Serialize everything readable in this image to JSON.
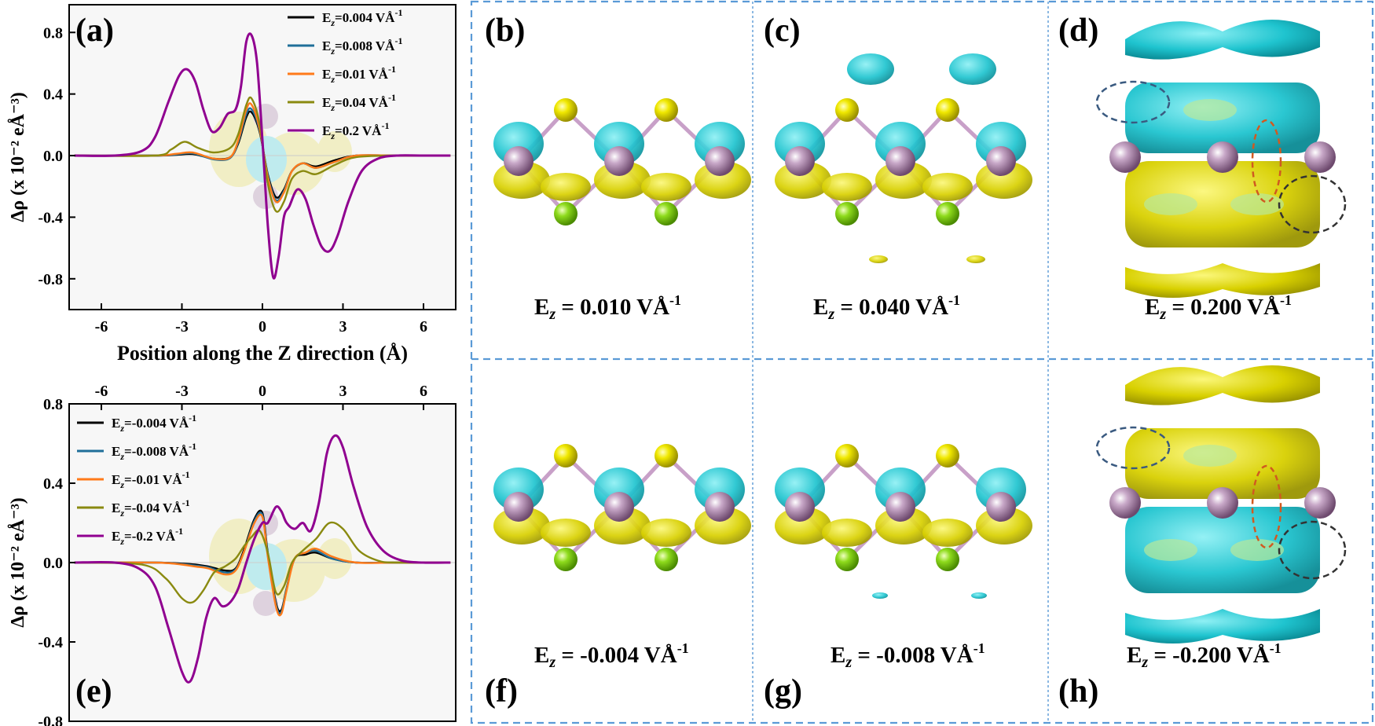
{
  "colors": {
    "black": "#000000",
    "blue": "#1f6f99",
    "orange": "#ff7a1a",
    "olive": "#8a8a10",
    "purple": "#900090",
    "cyan": "#1fc4cf",
    "yellow": "#d8d000",
    "atom_s": "#e8e000",
    "atom_se": "#8edb1c",
    "atom_mo": "#a880a8",
    "dashed_frame": "#5a9ad6"
  },
  "panels": {
    "a": "(a)",
    "b": "(b)",
    "c": "(c)",
    "d": "(d)",
    "e": "(e)",
    "f": "(f)",
    "g": "(g)",
    "h": "(h)"
  },
  "field_labels": {
    "b": {
      "lead": "E",
      "sub": "z",
      "value": " = 0.010 VÅ",
      "sup": "-1"
    },
    "c": {
      "lead": "E",
      "sub": "z",
      "value": " = 0.040 VÅ",
      "sup": "-1"
    },
    "d": {
      "lead": "E",
      "sub": "z",
      "value": " = 0.200 VÅ",
      "sup": "-1"
    },
    "f": {
      "lead": "E",
      "sub": "z",
      "value": " = -0.004 VÅ",
      "sup": "-1"
    },
    "g": {
      "lead": "E",
      "sub": "z",
      "value": " = -0.008 VÅ",
      "sup": "-1"
    },
    "h": {
      "lead": "E",
      "sub": "z",
      "value": " = -0.200 VÅ",
      "sup": "-1"
    }
  },
  "chart_data": [
    {
      "type": "line",
      "panel": "(a)",
      "xlabel": "Position along the Z direction (Å)",
      "ylabel": "Δρ (x 10⁻² eÅ⁻³)",
      "xlim": [
        -7.2,
        7.2
      ],
      "ylim": [
        -1.0,
        0.98
      ],
      "xticks": [
        "-6",
        "-3",
        "0",
        "3",
        "6"
      ],
      "yticks": [
        "-0.8",
        "-0.4",
        "0.0",
        "0.4",
        "0.8"
      ],
      "legend_position": "top-right",
      "series": [
        {
          "name": "E_z=0.004 VÅ^-1",
          "legend": {
            "lead": "E",
            "sub": "z",
            "rest": "=0.004 VÅ",
            "sup": "-1"
          },
          "color": "#000000",
          "x": [
            -7,
            -4,
            -3.2,
            -2.6,
            -1.8,
            -1.2,
            -0.9,
            -0.6,
            -0.4,
            -0.1,
            0.2,
            0.5,
            0.8,
            1.1,
            1.5,
            2.0,
            2.7,
            3.5,
            5,
            7
          ],
          "y": [
            0,
            0,
            0.005,
            0.01,
            -0.02,
            -0.01,
            0.08,
            0.25,
            0.28,
            0.15,
            -0.12,
            -0.27,
            -0.22,
            -0.1,
            -0.05,
            -0.07,
            -0.03,
            0,
            0,
            0
          ]
        },
        {
          "name": "E_z=0.008 VÅ^-1",
          "legend": {
            "lead": "E",
            "sub": "z",
            "rest": "=0.008 VÅ",
            "sup": "-1"
          },
          "color": "#1f6f99",
          "x": [
            -7,
            -4,
            -3.2,
            -2.6,
            -1.8,
            -1.2,
            -0.9,
            -0.6,
            -0.4,
            -0.1,
            0.2,
            0.5,
            0.8,
            1.1,
            1.5,
            2.0,
            2.7,
            3.5,
            5,
            7
          ],
          "y": [
            0,
            0,
            0.008,
            0.015,
            -0.025,
            -0.015,
            0.09,
            0.27,
            0.3,
            0.16,
            -0.13,
            -0.29,
            -0.23,
            -0.1,
            -0.05,
            -0.08,
            -0.04,
            0,
            0,
            0
          ]
        },
        {
          "name": "E_z=0.01 VÅ^-1",
          "legend": {
            "lead": "E",
            "sub": "z",
            "rest": "=0.01 VÅ",
            "sup": "-1"
          },
          "color": "#ff7a1a",
          "x": [
            -7,
            -4,
            -3.2,
            -2.6,
            -1.8,
            -1.2,
            -0.9,
            -0.6,
            -0.4,
            -0.1,
            0.2,
            0.5,
            0.8,
            1.1,
            1.5,
            2.0,
            2.7,
            3.5,
            5,
            7
          ],
          "y": [
            0,
            0,
            0.012,
            0.02,
            -0.02,
            -0.01,
            0.1,
            0.3,
            0.33,
            0.17,
            -0.14,
            -0.3,
            -0.24,
            -0.1,
            -0.05,
            -0.08,
            -0.04,
            0,
            0,
            0
          ]
        },
        {
          "name": "E_z=0.04 VÅ^-1",
          "legend": {
            "lead": "E",
            "sub": "z",
            "rest": "=0.04 VÅ",
            "sup": "-1"
          },
          "color": "#8a8a10",
          "x": [
            -7,
            -4,
            -3.4,
            -2.9,
            -2.4,
            -1.8,
            -1.2,
            -0.9,
            -0.6,
            -0.4,
            -0.1,
            0.2,
            0.5,
            0.8,
            1.1,
            1.5,
            2.0,
            2.7,
            3.5,
            5,
            7
          ],
          "y": [
            0,
            0,
            0.04,
            0.09,
            0.05,
            0.02,
            0.05,
            0.14,
            0.33,
            0.37,
            0.2,
            -0.18,
            -0.36,
            -0.3,
            -0.15,
            -0.1,
            -0.12,
            -0.06,
            -0.01,
            0,
            0
          ]
        },
        {
          "name": "E_z=0.2 VÅ^-1",
          "legend": {
            "lead": "E",
            "sub": "z",
            "rest": "=0.2 VÅ",
            "sup": "-1"
          },
          "color": "#900090",
          "x": [
            -7,
            -5.5,
            -4.5,
            -4,
            -3.5,
            -3.1,
            -2.8,
            -2.5,
            -2.2,
            -1.9,
            -1.6,
            -1.3,
            -1.0,
            -0.8,
            -0.6,
            -0.4,
            -0.2,
            0,
            0.2,
            0.4,
            0.6,
            0.8,
            1.0,
            1.3,
            1.6,
            1.9,
            2.2,
            2.5,
            2.8,
            3.2,
            3.7,
            4.3,
            5,
            6,
            7
          ],
          "y": [
            0,
            0,
            0.03,
            0.12,
            0.35,
            0.52,
            0.56,
            0.48,
            0.3,
            0.16,
            0.18,
            0.27,
            0.3,
            0.45,
            0.74,
            0.78,
            0.6,
            0.1,
            -0.45,
            -0.79,
            -0.66,
            -0.4,
            -0.33,
            -0.22,
            -0.28,
            -0.45,
            -0.59,
            -0.62,
            -0.52,
            -0.3,
            -0.1,
            -0.02,
            0,
            0,
            0
          ]
        }
      ]
    },
    {
      "type": "line",
      "panel": "(e)",
      "xlabel": "",
      "ylabel": "Δρ (x 10⁻² eÅ⁻³)",
      "xlim": [
        -7.2,
        7.2
      ],
      "ylim": [
        -0.8,
        0.8
      ],
      "xticks": [
        "-6",
        "-3",
        "0",
        "3",
        "6"
      ],
      "yticks": [
        "-0.8",
        "-0.4",
        "0.0",
        "0.4",
        "0.8"
      ],
      "legend_position": "top-left",
      "series": [
        {
          "name": "E_z=-0.004 VÅ^-1",
          "legend": {
            "lead": "E",
            "sub": "z",
            "rest": "=-0.004 VÅ",
            "sup": "-1"
          },
          "color": "#000000",
          "x": [
            -7,
            -4,
            -3,
            -2.5,
            -2,
            -1.4,
            -1.0,
            -0.7,
            -0.3,
            0,
            0.2,
            0.5,
            0.7,
            0.9,
            1.2,
            1.6,
            2.0,
            2.6,
            3.5,
            5,
            7
          ],
          "y": [
            0,
            0,
            -0.005,
            -0.01,
            -0.02,
            -0.04,
            -0.03,
            0.06,
            0.22,
            0.25,
            0.05,
            -0.2,
            -0.24,
            -0.13,
            0.02,
            0.04,
            0.05,
            0.02,
            0,
            0,
            0
          ]
        },
        {
          "name": "E_z=-0.008 VÅ^-1",
          "legend": {
            "lead": "E",
            "sub": "z",
            "rest": "=-0.008 VÅ",
            "sup": "-1"
          },
          "color": "#1f6f99",
          "x": [
            -7,
            -4,
            -3,
            -2.5,
            -2,
            -1.4,
            -1.0,
            -0.7,
            -0.3,
            0,
            0.2,
            0.5,
            0.7,
            0.9,
            1.2,
            1.6,
            2.0,
            2.6,
            3.5,
            5,
            7
          ],
          "y": [
            0,
            0,
            -0.008,
            -0.015,
            -0.025,
            -0.05,
            -0.035,
            0.05,
            0.21,
            0.24,
            0.04,
            -0.21,
            -0.25,
            -0.13,
            0.02,
            0.05,
            0.06,
            0.02,
            0,
            0,
            0
          ]
        },
        {
          "name": "E_z=-0.01 VÅ^-1",
          "legend": {
            "lead": "E",
            "sub": "z",
            "rest": "=-0.01 VÅ",
            "sup": "-1"
          },
          "color": "#ff7a1a",
          "x": [
            -7,
            -4,
            -3,
            -2.5,
            -2,
            -1.4,
            -1.0,
            -0.7,
            -0.3,
            0,
            0.2,
            0.5,
            0.7,
            0.9,
            1.2,
            1.6,
            2.0,
            2.6,
            3.5,
            5,
            7
          ],
          "y": [
            0,
            0,
            -0.01,
            -0.02,
            -0.03,
            -0.06,
            -0.04,
            0.05,
            0.2,
            0.23,
            0.03,
            -0.22,
            -0.26,
            -0.14,
            0.02,
            0.05,
            0.07,
            0.03,
            0,
            0,
            0
          ]
        },
        {
          "name": "E_z=-0.04 VÅ^-1",
          "legend": {
            "lead": "E",
            "sub": "z",
            "rest": "=-0.04 VÅ",
            "sup": "-1"
          },
          "color": "#8a8a10",
          "x": [
            -7,
            -4.5,
            -3.6,
            -3.0,
            -2.6,
            -2.2,
            -1.8,
            -1.4,
            -1.0,
            -0.7,
            -0.4,
            -0.1,
            0.2,
            0.5,
            0.8,
            1.1,
            1.5,
            2.0,
            2.5,
            3.0,
            3.6,
            4.3,
            5,
            7
          ],
          "y": [
            0,
            -0.01,
            -0.08,
            -0.18,
            -0.2,
            -0.14,
            -0.05,
            -0.02,
            0.02,
            0.08,
            0.13,
            0.16,
            0.05,
            -0.15,
            -0.12,
            0.0,
            0.06,
            0.12,
            0.2,
            0.17,
            0.06,
            0.01,
            0,
            0
          ]
        },
        {
          "name": "E_z=-0.2 VÅ^-1",
          "legend": {
            "lead": "E",
            "sub": "z",
            "rest": "=-0.2 VÅ",
            "sup": "-1"
          },
          "color": "#900090",
          "x": [
            -7,
            -5.5,
            -4.6,
            -4.0,
            -3.5,
            -3.0,
            -2.7,
            -2.4,
            -2.1,
            -1.8,
            -1.5,
            -1.2,
            -0.9,
            -0.6,
            -0.3,
            0,
            0.2,
            0.5,
            0.7,
            0.9,
            1.2,
            1.5,
            1.8,
            2.1,
            2.4,
            2.7,
            3.0,
            3.4,
            3.9,
            4.5,
            5.2,
            6,
            7
          ],
          "y": [
            0,
            0,
            -0.03,
            -0.12,
            -0.33,
            -0.55,
            -0.6,
            -0.48,
            -0.28,
            -0.18,
            -0.22,
            -0.2,
            -0.13,
            0.0,
            0.12,
            0.2,
            0.2,
            0.28,
            0.26,
            0.2,
            0.17,
            0.2,
            0.16,
            0.3,
            0.55,
            0.64,
            0.58,
            0.38,
            0.18,
            0.06,
            0.01,
            0,
            0
          ]
        }
      ]
    }
  ]
}
